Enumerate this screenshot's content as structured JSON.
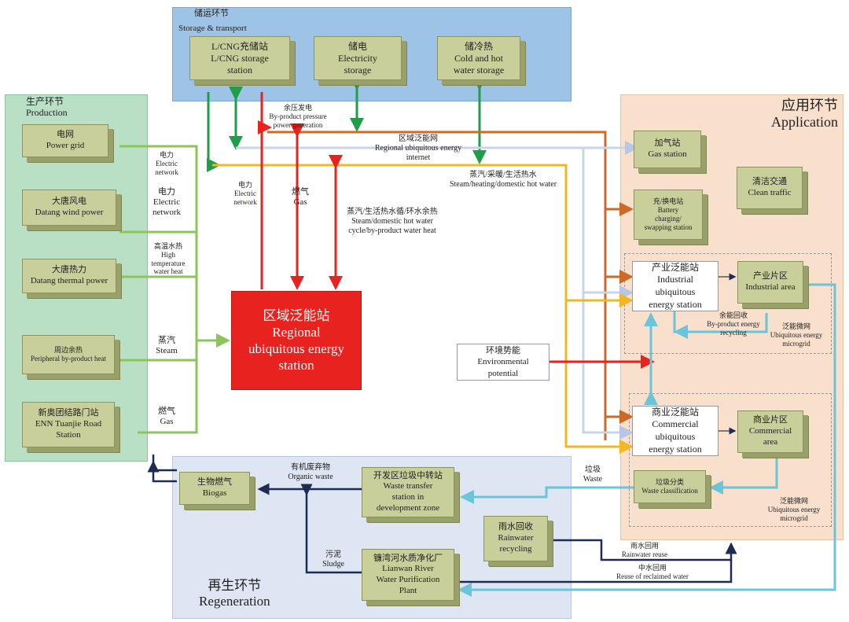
{
  "regions": {
    "storage": {
      "title_cn": "储运环节",
      "title_en": "Storage & transport"
    },
    "production": {
      "title_cn": "生产环节",
      "title_en": "Production"
    },
    "application": {
      "title_cn": "应用环节",
      "title_en": "Application"
    },
    "regeneration": {
      "title_cn": "再生环节",
      "title_en": "Regeneration"
    }
  },
  "storage_boxes": [
    {
      "cn": "L/CNG充储站",
      "en1": "L/CNG storage",
      "en2": "station"
    },
    {
      "cn": "储电",
      "en1": "Electricity",
      "en2": "storage"
    },
    {
      "cn": "储冷热",
      "en1": "Cold and hot",
      "en2": "water storage"
    }
  ],
  "production_boxes": [
    {
      "cn": "电网",
      "en": "Power grid"
    },
    {
      "cn": "大唐风电",
      "en": "Datang wind power"
    },
    {
      "cn": "大唐热力",
      "en": "Datang thermal power"
    },
    {
      "cn": "周边余热",
      "en": "Peripheral by-product heat"
    },
    {
      "cn": "新奥团结路门站",
      "en": "ENN Tuanjie Road Station"
    }
  ],
  "production_labels": [
    {
      "cn": "电力",
      "en": "Electric network"
    },
    {
      "cn": "电力",
      "en": "Electric network"
    },
    {
      "cn": "高温水热",
      "en": "High temperature water heat"
    },
    {
      "cn": "蒸汽",
      "en": "Steam"
    },
    {
      "cn": "燃气",
      "en": "Gas"
    }
  ],
  "center": {
    "cn": "区域泛能站",
    "en1": "Regional",
    "en2": "ubiquitous energy",
    "en3": "station"
  },
  "flow_labels": {
    "byproduct_cn": "余压发电",
    "byproduct_en1": "By-product pressure",
    "byproduct_en2": "power generation",
    "internet_cn": "区域泛能网",
    "internet_en1": "Regional ubiquitous energy",
    "internet_en2": "internet",
    "steam_cn": "蒸汽/采暖/生活热水",
    "steam_en": "Steam/heating/domestic hot water",
    "elec_cn": "电力",
    "elec_en1": "Electric",
    "elec_en2": "network",
    "gas_cn": "燃气",
    "gas_en": "Gas",
    "cycle_cn": "蒸汽/生活热水循/环水余热",
    "cycle_en1": "Steam/domestic hot water",
    "cycle_en2": "cycle/by-product water heat"
  },
  "env": {
    "cn": "环境势能",
    "en1": "Environmental",
    "en2": "potential"
  },
  "application_boxes": {
    "gas_station": {
      "cn": "加气站",
      "en": "Gas station"
    },
    "clean_traffic": {
      "cn": "清洁交通",
      "en": "Clean traffic"
    },
    "battery": {
      "cn": "充/换电站",
      "en1": "Battery",
      "en2": "charging/",
      "en3": "swapping station"
    },
    "industrial_station": {
      "cn": "产业泛能站",
      "en1": "Industrial",
      "en2": "ubiquitous",
      "en3": "energy station"
    },
    "industrial_area": {
      "cn": "产业片区",
      "en": "Industrial area"
    },
    "commercial_station": {
      "cn": "商业泛能站",
      "en1": "Commercial",
      "en2": "ubiquitous",
      "en3": "energy station"
    },
    "commercial_area": {
      "cn": "商业片区",
      "en1": "Commercial",
      "en2": "area"
    },
    "waste_class": {
      "cn": "垃圾分类",
      "en": "Waste classification"
    }
  },
  "app_labels": {
    "recycle_cn": "余能回收",
    "recycle_en1": "By-product energy",
    "recycle_en2": "recycling",
    "micro1_cn": "泛能微网",
    "micro1_en1": "Ubiquitous energy",
    "micro1_en2": "microgrid",
    "micro2_cn": "泛能微网",
    "micro2_en1": "Ubiquitous energy",
    "micro2_en2": "microgrid"
  },
  "regen_boxes": {
    "biogas": {
      "cn": "生物燃气",
      "en": "Biogas"
    },
    "transfer": {
      "cn": "开发区垃圾中转站",
      "en1": "Waste transfer",
      "en2": "station in",
      "en3": "development zone"
    },
    "rainwater": {
      "cn": "雨水回收",
      "en1": "Rainwater",
      "en2": "recycling"
    },
    "plant": {
      "cn": "镰湾河水质净化厂",
      "en1": "Lianwan River",
      "en2": "Water Purification",
      "en3": "Plant"
    }
  },
  "regen_labels": {
    "organic_cn": "有机废弃物",
    "organic_en": "Organic waste",
    "waste_cn": "垃圾",
    "waste_en": "Waste",
    "sludge_cn": "污泥",
    "sludge_en": "Sludge",
    "rainreuse_cn": "雨水回用",
    "rainreuse_en": "Rainwater reuse",
    "reclaim_cn": "中水回用",
    "reclaim_en": "Reuse of reclaimed water"
  },
  "colors": {
    "red": "#e8231f",
    "green": "#1f9e4a",
    "lightgreen": "#8cc65a",
    "orange": "#cc6a28",
    "yellow": "#f2b824",
    "lightblue": "#c8d4ea",
    "cyan": "#6cc4d8",
    "navy": "#1e2b55",
    "box": "#c9cf9a"
  }
}
